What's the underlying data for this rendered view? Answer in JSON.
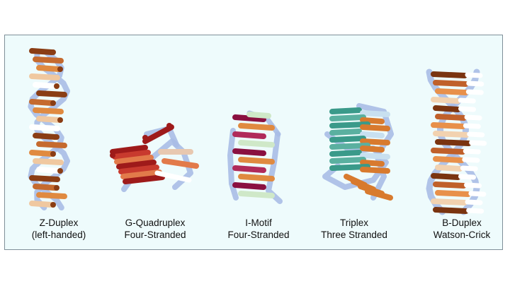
{
  "structures": [
    {
      "id": "z-duplex",
      "line1": "Z-Duplex",
      "line2": "(left-handed)",
      "colors": [
        "#8a3d14",
        "#c56a2e",
        "#e08a40",
        "#f0c8a0",
        "#ffffff"
      ]
    },
    {
      "id": "g-quadruplex",
      "line1": "G-Quadruplex",
      "line2": "Four-Stranded",
      "colors": [
        "#9e1a1a",
        "#c83a2e",
        "#e27a4a",
        "#e8c8b0",
        "#ffffff"
      ]
    },
    {
      "id": "i-motif",
      "line1": "I-Motif",
      "line2": "Four-Stranded",
      "colors": [
        "#8a1040",
        "#b02a5a",
        "#e08a40",
        "#cfe8c8",
        "#ffffff"
      ]
    },
    {
      "id": "triplex",
      "line1": "Triplex",
      "line2": "Three Stranded",
      "colors": [
        "#3a9a8a",
        "#5ab0a0",
        "#d87a2e",
        "#c8e0f0",
        "#ffffff"
      ]
    },
    {
      "id": "b-duplex",
      "line1": "B-Duplex",
      "line2": "Watson-Crick",
      "colors": [
        "#7a3410",
        "#c0602a",
        "#e8904a",
        "#f2d2b0",
        "#ffffff"
      ]
    }
  ],
  "backbone_color": "#a9bde6",
  "panel_background": "#eefbfc",
  "panel_border": "#7f8f99"
}
